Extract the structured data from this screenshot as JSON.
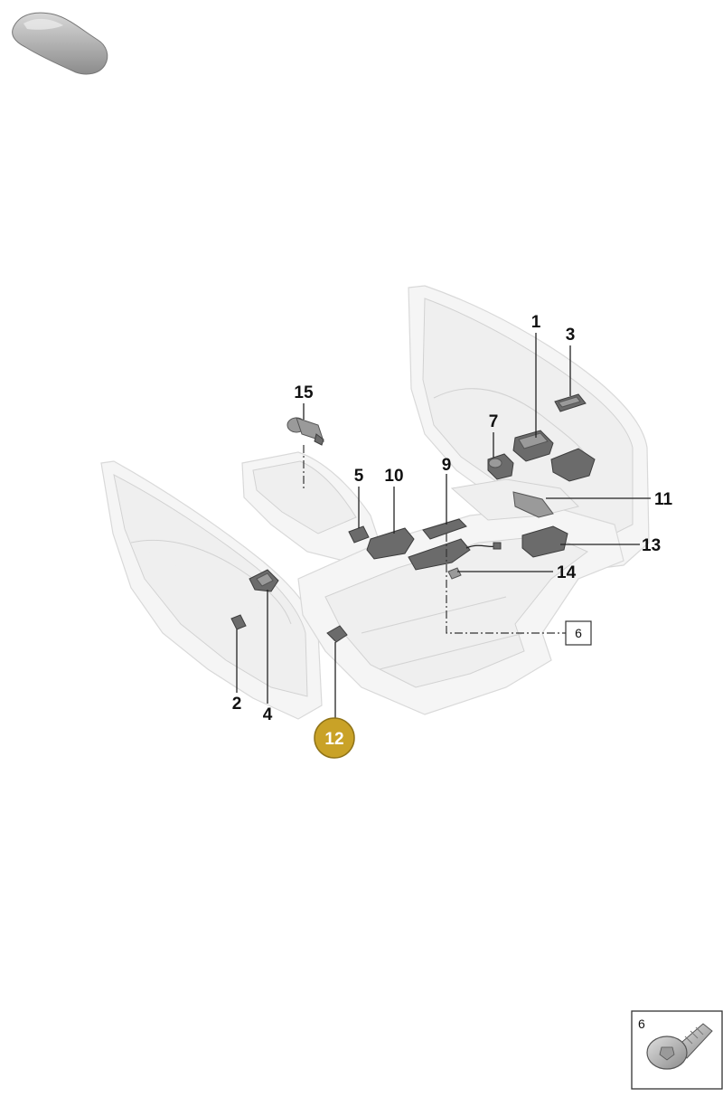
{
  "callouts": {
    "c1": "1",
    "c2": "2",
    "c3": "3",
    "c4": "4",
    "c5": "5",
    "c6": "6",
    "c7": "7",
    "c9": "9",
    "c10": "10",
    "c11": "11",
    "c12": "12",
    "c13": "13",
    "c14": "14",
    "c15": "15"
  },
  "inset": {
    "label": "6"
  },
  "colors": {
    "highlight": "#c9a227",
    "highlight_stroke": "#8f7318",
    "part": "#6b6b6b",
    "ghost": "#f5f5f5"
  },
  "icons": {
    "vehicle": "car-silhouette-icon",
    "screw": "screw-icon"
  }
}
